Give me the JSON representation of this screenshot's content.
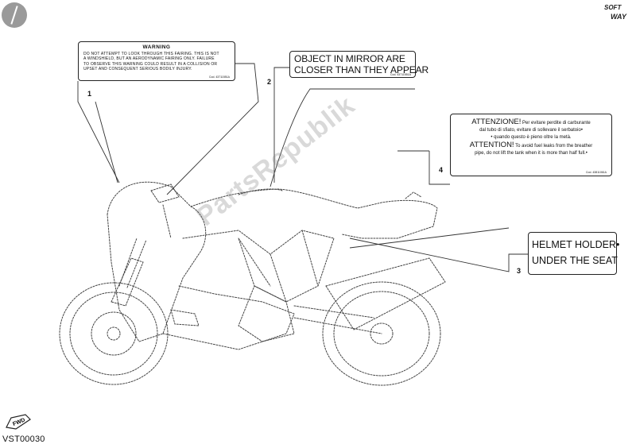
{
  "figure_code": "VST00030",
  "watermark": "PartsRepublik",
  "brand": {
    "line1": "SOFT",
    "line2": "WAY"
  },
  "fwd_label": "FWD",
  "labels": {
    "warning": {
      "callout": "1",
      "title": "WARNING",
      "lines": [
        "DO NOT ATTEMPT TO LOOK THROUGH THIS FAIRING. THIS IS NOT",
        "A WINDSHIELD, BUT AN AERODYNAMIC FAIRING ONLY. FAILURE",
        "TO OBSERVE THIS WARNING COULD RESULT IN A COLLISION OR",
        "UPSET AND CONSEQUENT SERIOUS BODILY INJURY."
      ],
      "code": "Cod. 43711551A"
    },
    "mirror": {
      "callout": "2",
      "lines": [
        "OBJECT IN MIRROR ARE",
        "CLOSER THAN THEY APPEAR"
      ],
      "code": "Cod. 43711551A"
    },
    "helmet": {
      "callout": "3",
      "lines": [
        "HELMET HOLDER•",
        "UNDER THE SEAT"
      ]
    },
    "fuel": {
      "callout": "4",
      "it_heading": "ATTENZIONE!",
      "it_line1": "Per evitare perdite di carburante",
      "it_line2": "dal tubo di sfiato, evitare di sollevare il serbatoio•",
      "it_line3": "• quando questo è pieno oltre la metà.",
      "en_heading": "ATTENTION!",
      "en_line1": "To avoid fuel leaks from the breather",
      "en_line2": "pipe, do not lift the tank when it is more than half full.•",
      "code": "Cod. 43811061A"
    }
  }
}
